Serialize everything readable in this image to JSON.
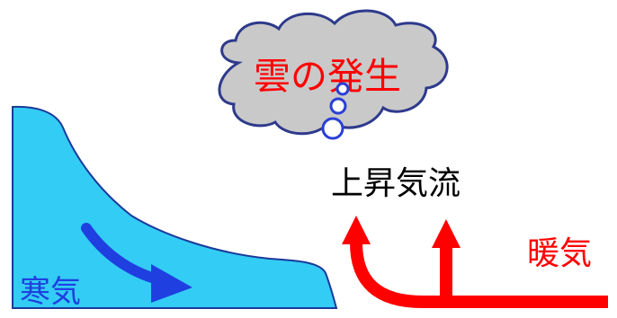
{
  "labels": {
    "cloud_formation": "雲の発生",
    "updraft": "上昇気流",
    "warm_air": "暖気",
    "cold_air": "寒気"
  },
  "colors": {
    "cloud_fill": "#c9c9c9",
    "cloud_outline": "#2e3a8c",
    "cloud_text": "#ff0000",
    "updraft_text": "#000000",
    "warm_air": "#ff0000",
    "cold_air_fill": "#33ccf5",
    "cold_air_outline": "#1a3a9a",
    "cold_air_arrow": "#1f3fe0",
    "cold_air_text": "#1f3fe0",
    "bubble_outline": "#2a3fd6"
  }
}
